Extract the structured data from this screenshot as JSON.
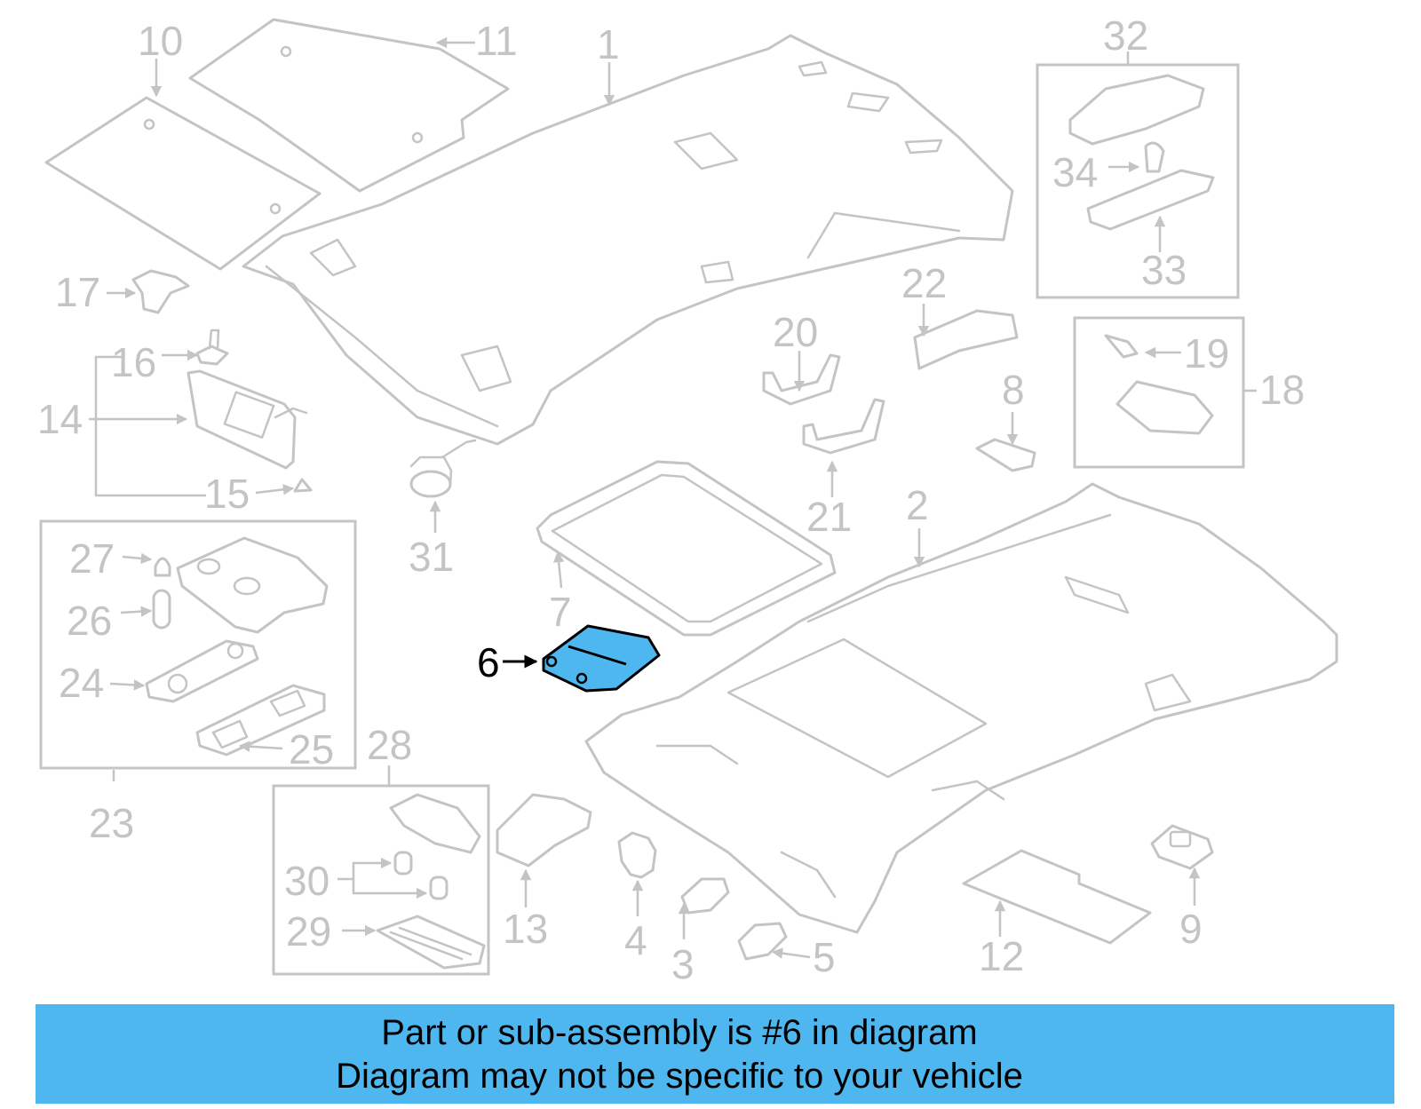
{
  "diagram": {
    "callouts": [
      "1",
      "2",
      "3",
      "4",
      "5",
      "6",
      "7",
      "8",
      "9",
      "10",
      "11",
      "12",
      "13",
      "14",
      "15",
      "16",
      "17",
      "18",
      "19",
      "20",
      "21",
      "22",
      "23",
      "24",
      "25",
      "26",
      "27",
      "28",
      "29",
      "30",
      "31",
      "32",
      "33",
      "34"
    ],
    "highlighted_part": "6",
    "colors": {
      "highlight": "#4fb7f0",
      "line": "#c4c4c4",
      "highlight_outline": "#000000"
    }
  },
  "banner": {
    "line1": "Part or sub-assembly is #6 in diagram",
    "line2": "Diagram may not be specific to your vehicle"
  }
}
